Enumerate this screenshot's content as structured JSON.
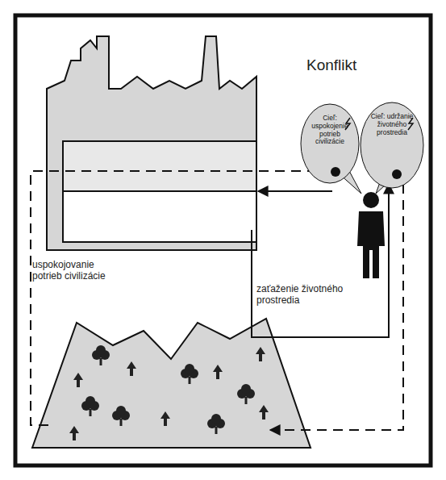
{
  "diagram": {
    "nodes": [
      {
        "text": [
          "Cieľ: uspokojenie potrieb civilizácie"
        ]
      },
      {
        "text": [
          "Cieľ: udržanie životného prostredia"
        ]
      }
    ],
    "labels": [
      "Konflikt",
      "uspokojovanie potrieb civilizácie",
      "zaťaženie životného prostredia"
    ]
  }
}
